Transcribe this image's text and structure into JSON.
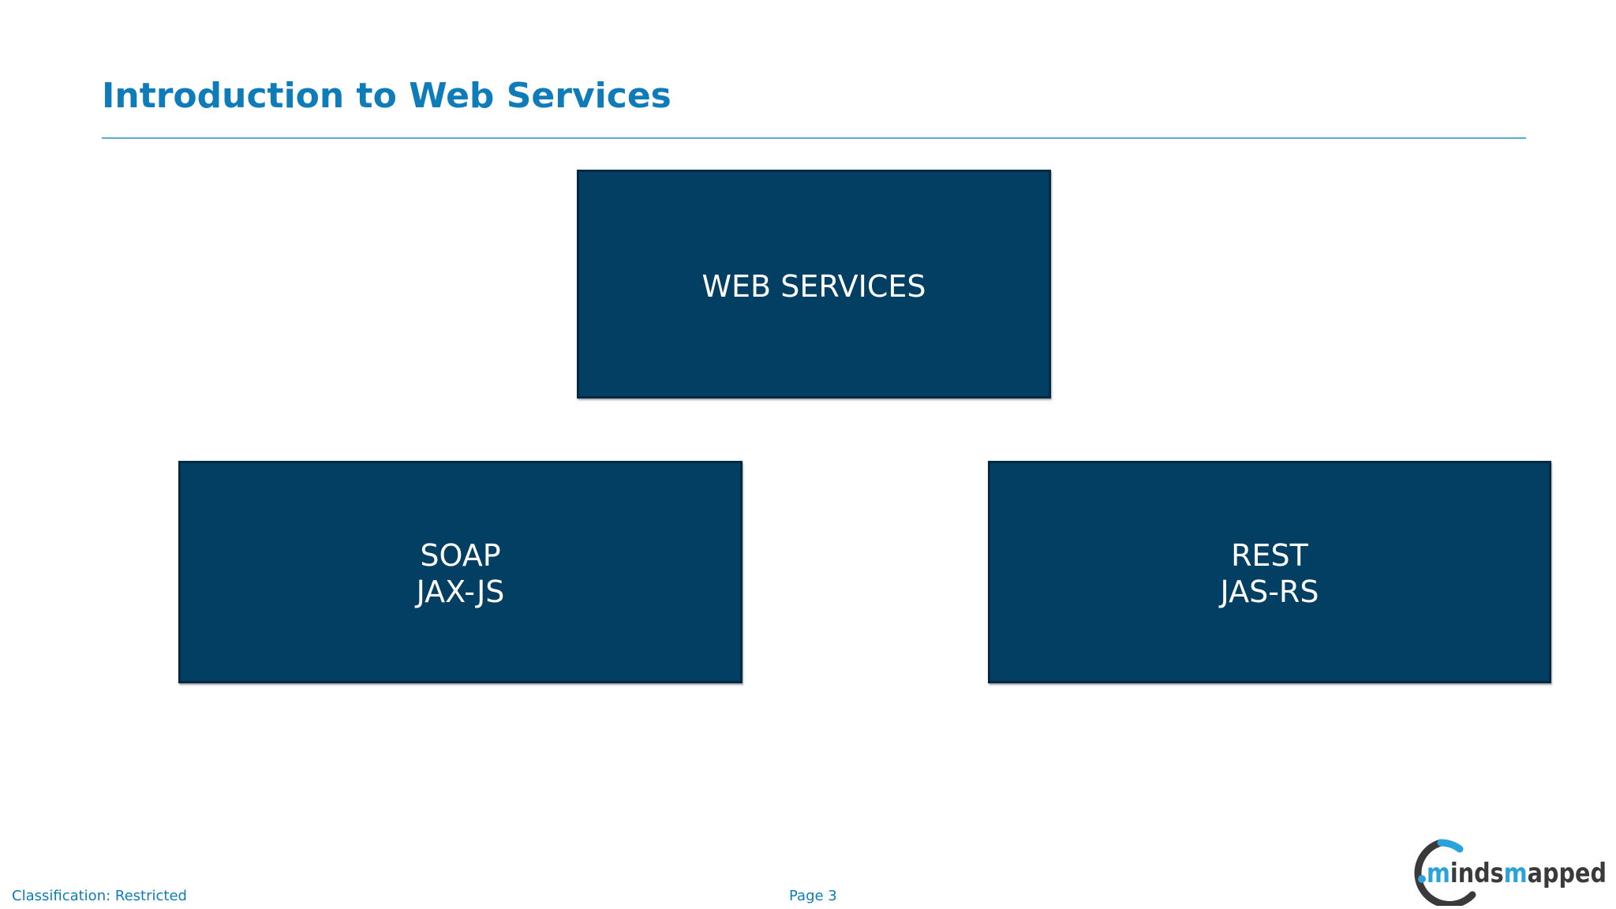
{
  "slide": {
    "title": "Introduction to Web Services"
  },
  "diagram": {
    "root": {
      "label": "WEB SERVICES"
    },
    "children": [
      {
        "lines": [
          "SOAP",
          "JAX-JS"
        ]
      },
      {
        "lines": [
          "REST",
          "JAS-RS"
        ]
      }
    ]
  },
  "footer": {
    "classification": "Classification: Restricted",
    "page": "Page 3"
  },
  "logo": {
    "text": "mindsmapped",
    "icon": "circular-arc-logo-icon"
  },
  "colors": {
    "accent": "#0e7cb8",
    "box_fill": "#033f63",
    "box_border": "#022a44",
    "logo_blue": "#2aa3dc",
    "logo_dark": "#3a3a3a"
  }
}
